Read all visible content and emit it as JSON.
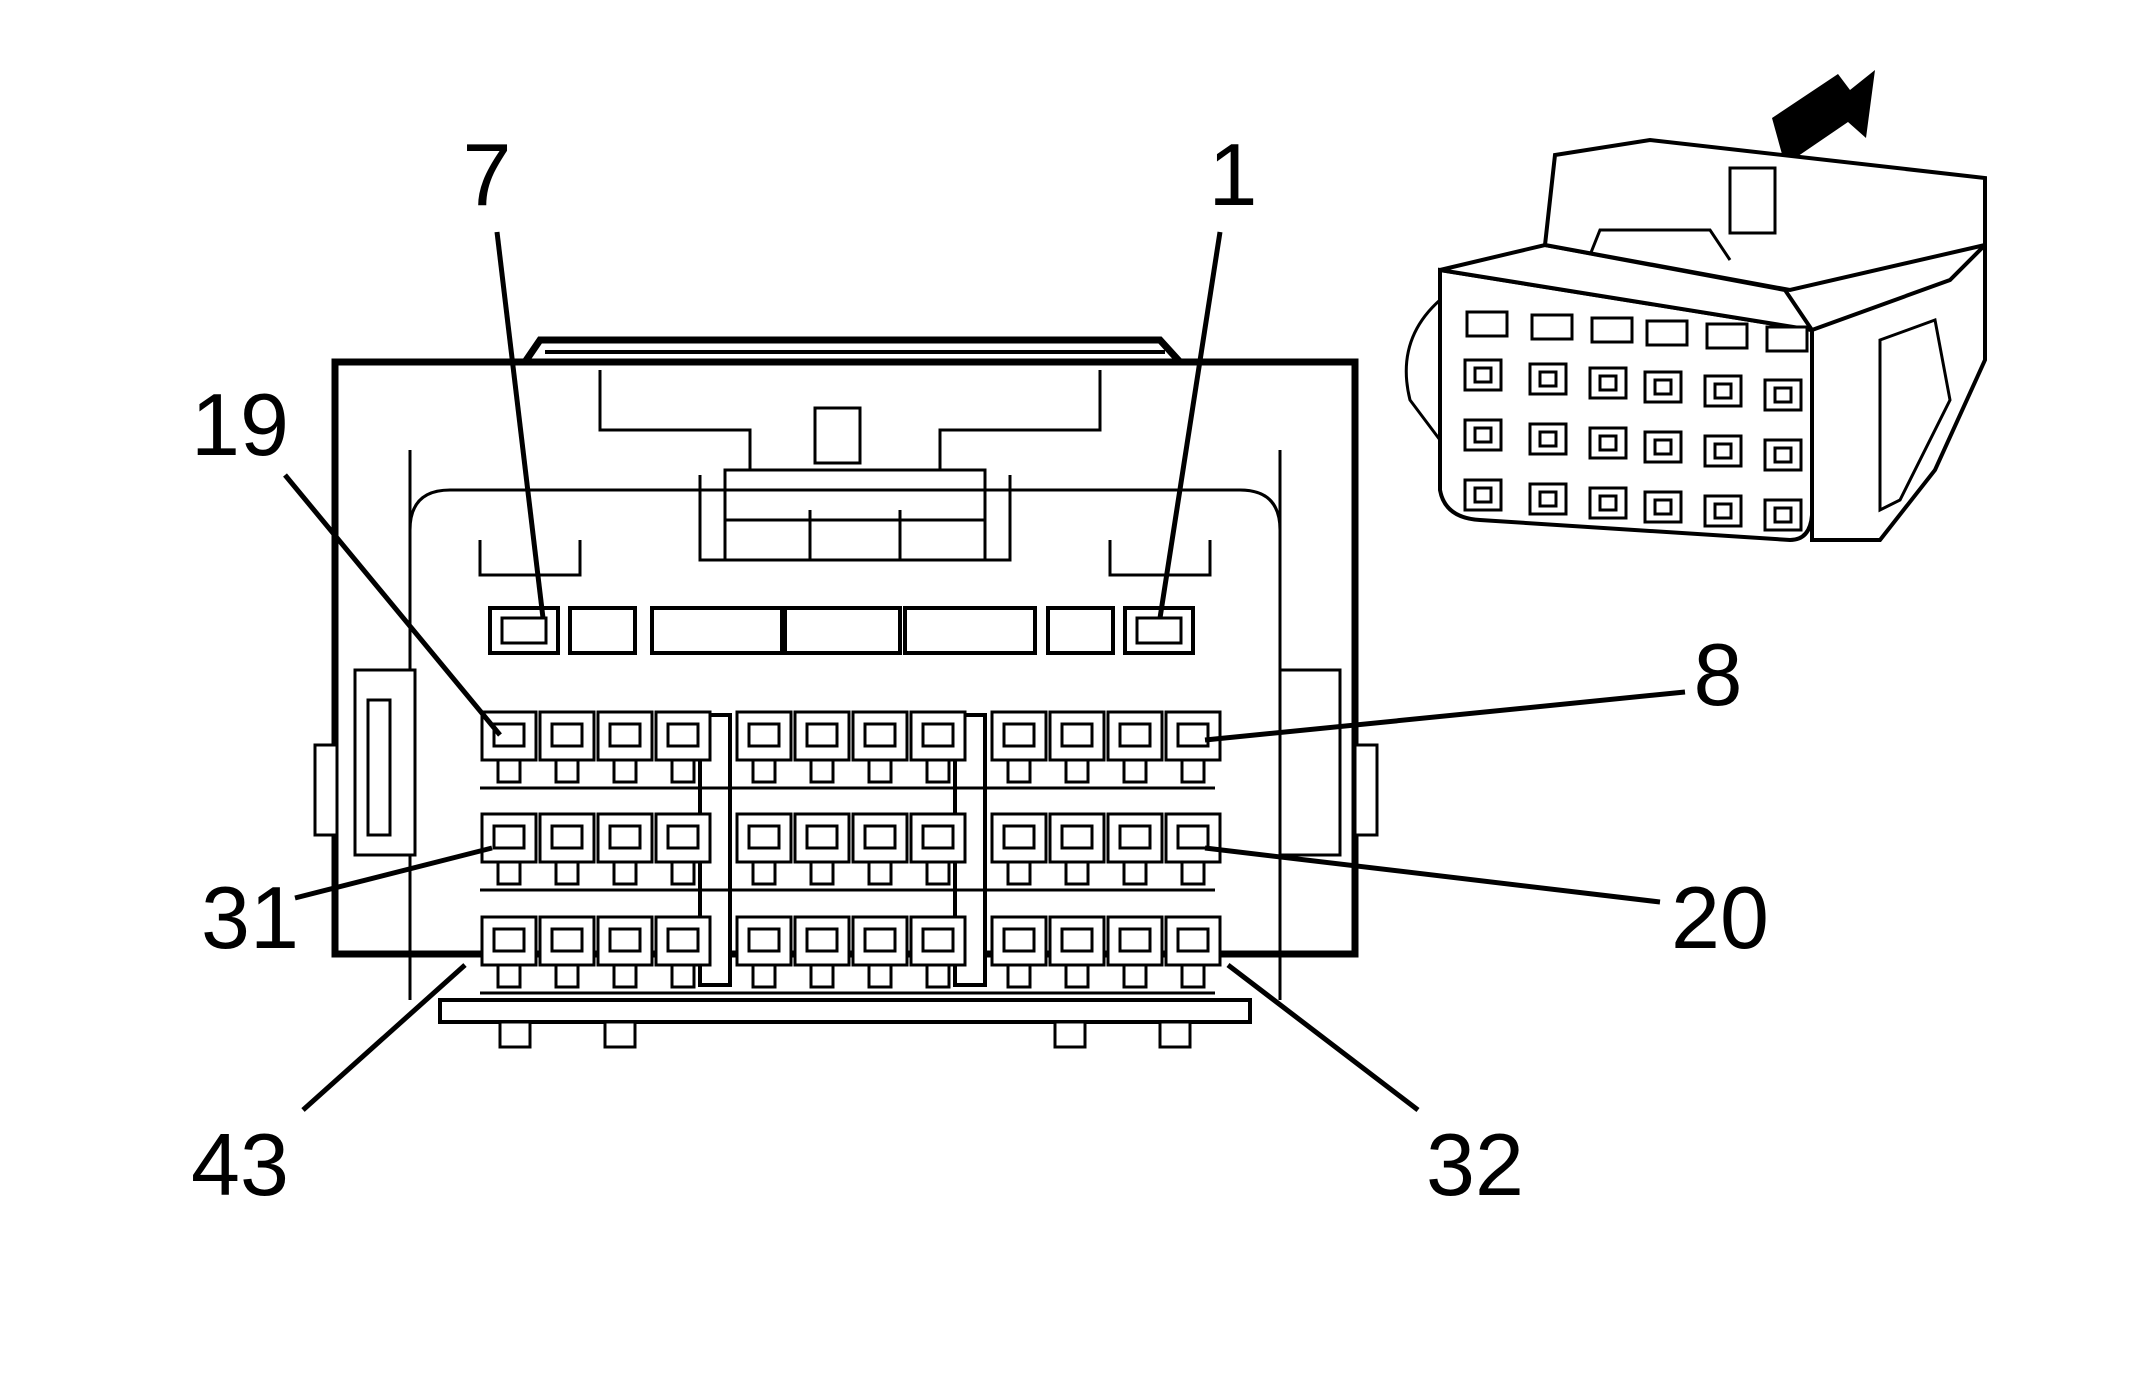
{
  "diagram": {
    "pin_labels": {
      "pin_7": "7",
      "pin_1": "1",
      "pin_19": "19",
      "pin_8": "8",
      "pin_31": "31",
      "pin_20": "20",
      "pin_43": "43",
      "pin_32": "32"
    },
    "icons": {
      "direction_arrow": "arrow-up-right-icon",
      "connector_3d_view": "connector-isometric-icon"
    },
    "colors": {
      "line": "#000000",
      "background": "#ffffff"
    }
  }
}
